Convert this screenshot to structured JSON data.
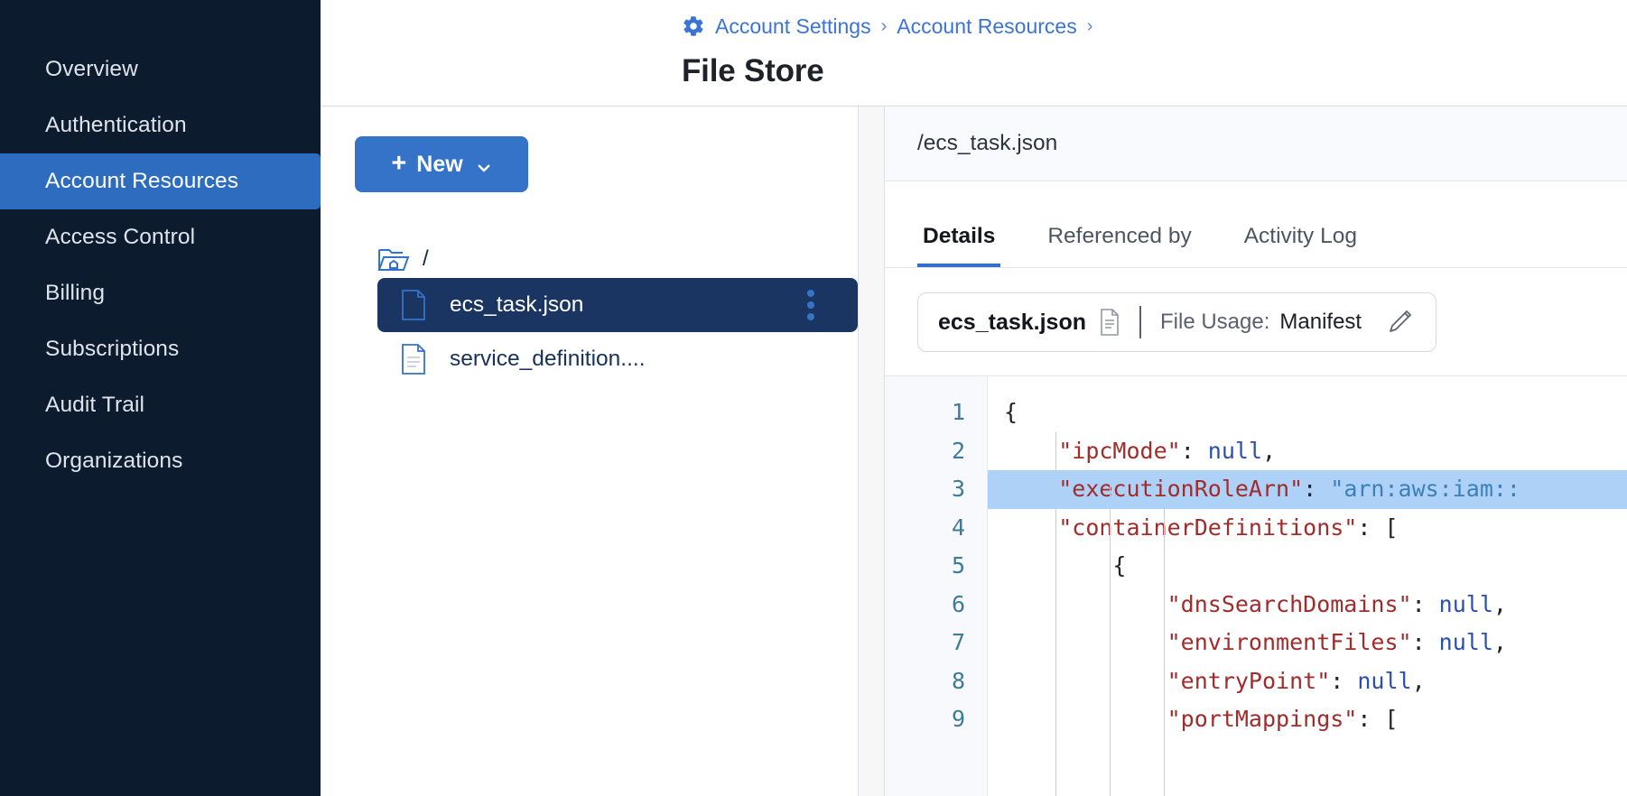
{
  "sidebar": {
    "items": [
      {
        "label": "Overview",
        "active": false
      },
      {
        "label": "Authentication",
        "active": false
      },
      {
        "label": "Account Resources",
        "active": true
      },
      {
        "label": "Access Control",
        "active": false
      },
      {
        "label": "Billing",
        "active": false
      },
      {
        "label": "Subscriptions",
        "active": false
      },
      {
        "label": "Audit Trail",
        "active": false
      },
      {
        "label": "Organizations",
        "active": false
      }
    ]
  },
  "header": {
    "breadcrumb": [
      "Account Settings",
      "Account Resources"
    ],
    "separator": "›",
    "title": "File Store",
    "gear_icon": "gear-icon"
  },
  "tree_panel": {
    "new_button": {
      "label": "New",
      "plus": "+",
      "chevron": "chevron-down-icon"
    },
    "root": {
      "label": "/",
      "icon": "folder-home-icon"
    },
    "files": [
      {
        "name": "ecs_task.json",
        "selected": true,
        "icon": "file-icon",
        "menu": "kebab-menu-icon"
      },
      {
        "name": "service_definition....",
        "selected": false,
        "icon": "file-icon"
      }
    ]
  },
  "detail": {
    "path": "/ecs_task.json",
    "tabs": [
      {
        "label": "Details",
        "active": true
      },
      {
        "label": "Referenced by",
        "active": false
      },
      {
        "label": "Activity Log",
        "active": false
      }
    ],
    "usage_card": {
      "file_name": "ecs_task.json",
      "doc_icon": "document-icon",
      "usage_label": "File Usage:",
      "usage_value": "Manifest",
      "edit_icon": "pencil-icon"
    }
  },
  "code": {
    "line_numbers": [
      1,
      2,
      3,
      4,
      5,
      6,
      7,
      8,
      9
    ],
    "lines": [
      {
        "n": 1,
        "indent": 0,
        "highlight": false,
        "tokens": [
          {
            "t": "punct",
            "v": "{"
          }
        ]
      },
      {
        "n": 2,
        "indent": 1,
        "highlight": false,
        "tokens": [
          {
            "t": "key",
            "v": "\"ipcMode\""
          },
          {
            "t": "punct",
            "v": ": "
          },
          {
            "t": "null",
            "v": "null"
          },
          {
            "t": "punct",
            "v": ","
          }
        ]
      },
      {
        "n": 3,
        "indent": 1,
        "highlight": true,
        "tokens": [
          {
            "t": "key",
            "v": "\"executionRoleArn\""
          },
          {
            "t": "punct",
            "v": ": "
          },
          {
            "t": "str",
            "v": "\"arn:aws:iam::"
          }
        ]
      },
      {
        "n": 4,
        "indent": 1,
        "highlight": false,
        "tokens": [
          {
            "t": "key",
            "v": "\"containerDefinitions\""
          },
          {
            "t": "punct",
            "v": ": ["
          }
        ]
      },
      {
        "n": 5,
        "indent": 2,
        "highlight": false,
        "tokens": [
          {
            "t": "punct",
            "v": "{"
          }
        ]
      },
      {
        "n": 6,
        "indent": 3,
        "highlight": false,
        "tokens": [
          {
            "t": "key",
            "v": "\"dnsSearchDomains\""
          },
          {
            "t": "punct",
            "v": ": "
          },
          {
            "t": "null",
            "v": "null"
          },
          {
            "t": "punct",
            "v": ","
          }
        ]
      },
      {
        "n": 7,
        "indent": 3,
        "highlight": false,
        "tokens": [
          {
            "t": "key",
            "v": "\"environmentFiles\""
          },
          {
            "t": "punct",
            "v": ": "
          },
          {
            "t": "null",
            "v": "null"
          },
          {
            "t": "punct",
            "v": ","
          }
        ]
      },
      {
        "n": 8,
        "indent": 3,
        "highlight": false,
        "tokens": [
          {
            "t": "key",
            "v": "\"entryPoint\""
          },
          {
            "t": "punct",
            "v": ": "
          },
          {
            "t": "null",
            "v": "null"
          },
          {
            "t": "punct",
            "v": ","
          }
        ]
      },
      {
        "n": 9,
        "indent": 3,
        "highlight": false,
        "tokens": [
          {
            "t": "key",
            "v": "\"portMappings\""
          },
          {
            "t": "punct",
            "v": ": ["
          }
        ]
      }
    ]
  },
  "colors": {
    "sidebar_bg": "#0d1b2e",
    "accent": "#3573c8",
    "active_nav": "#2d6cbf",
    "selected_row": "#1b3563",
    "code_key": "#a02c2c",
    "code_null": "#2a4fad",
    "code_string": "#3d7fb8",
    "highlight_line": "#aed2f7",
    "line_number": "#3f7b96"
  }
}
